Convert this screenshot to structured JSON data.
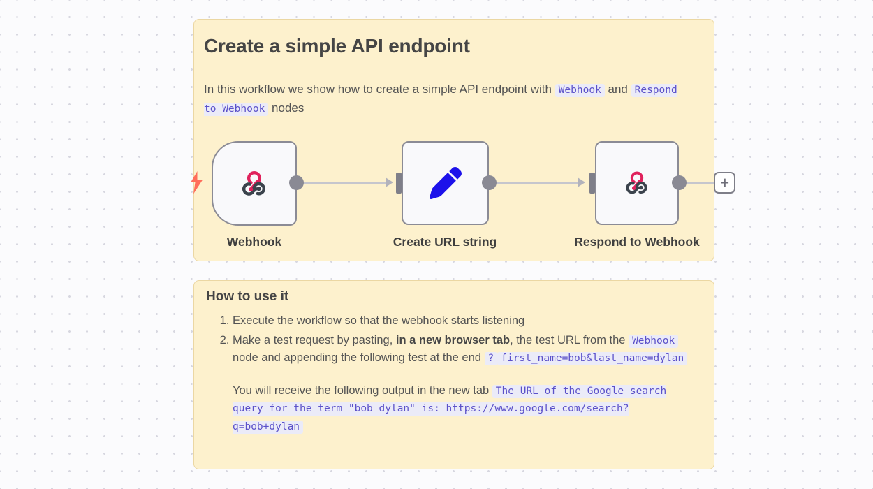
{
  "note1": {
    "title": "Create a simple API endpoint",
    "desc": {
      "part1": "In this workflow we show how to create a simple API endpoint with ",
      "code1": "Webhook",
      "part2": " and ",
      "code2": "Respond to Webhook",
      "part3": " nodes"
    }
  },
  "workflow": {
    "nodes": [
      {
        "label": "Webhook",
        "icon": "webhook-icon"
      },
      {
        "label": "Create URL string",
        "icon": "pencil-icon"
      },
      {
        "label": "Respond to Webhook",
        "icon": "webhook-icon"
      }
    ],
    "trigger_icon": "lightning-bolt-icon",
    "add_button_label": "+"
  },
  "note2": {
    "heading": "How to use it",
    "steps": [
      {
        "part1": "Execute the workflow so that the webhook starts listening"
      },
      {
        "part1": "Make a test request by pasting, ",
        "bold": "in a new browser tab",
        "part2": ", the test URL from the ",
        "code1": "Webhook",
        "part3": " node and appending the following test at the end ",
        "code_q": "?",
        "code_query": "first_name=bob&last_name=dylan"
      }
    ],
    "output": {
      "part1": "You will receive the following output in the new tab ",
      "code": "The URL of the Google search query for the term \"bob dylan\" is: https://www.google.com/search?q=bob+dylan"
    }
  },
  "colors": {
    "canvas_bg": "#fbfbfd",
    "canvas_dots": "#d7d7e0",
    "sticky_bg": "#fdf1cd",
    "sticky_border": "#ebd7a3",
    "code_text": "#5b51c9",
    "code_bg": "#ebebf8",
    "node_bg": "#f9f9fb",
    "node_border": "#8b8b95",
    "connector": "#c6c6cd",
    "endpoint": "#8a8a94",
    "webhook_pink": "#e0225c",
    "webhook_dark": "#3b434c",
    "pencil_blue": "#1d12ea",
    "trigger_bolt": "#ff6d5b"
  }
}
